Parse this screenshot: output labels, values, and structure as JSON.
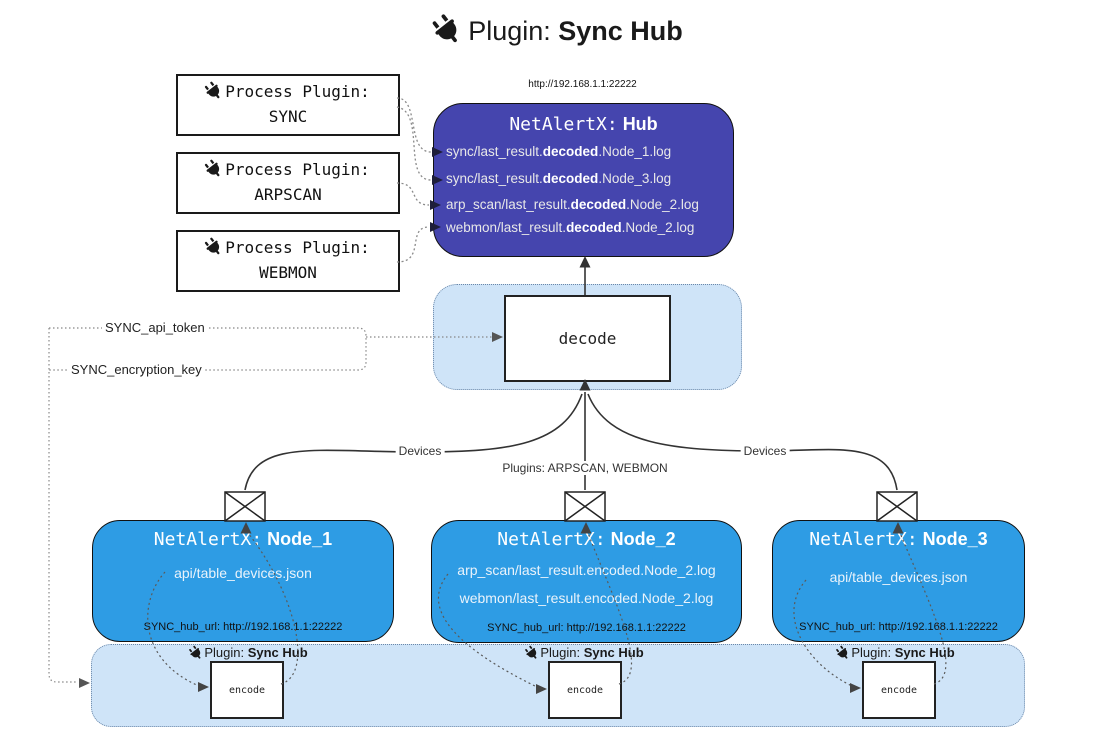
{
  "colors": {
    "hub_fill": "#4545ae",
    "node_fill": "#2e9ce4",
    "panel_fill": "#cfe4f8",
    "panel_border": "#6b87a8"
  },
  "title": {
    "prefix": "Plugin: ",
    "bold": "Sync Hub"
  },
  "process_plugins": [
    {
      "label": "Process Plugin:",
      "name": "SYNC"
    },
    {
      "label": "Process Plugin:",
      "name": "ARPSCAN"
    },
    {
      "label": "Process Plugin:",
      "name": "WEBMON"
    }
  ],
  "hub": {
    "url": "http://192.168.1.1:22222",
    "title_mono": "NetAlertX:",
    "title_bold": "Hub",
    "logs": [
      {
        "pre": "sync/last_result.",
        "bold": "decoded",
        "post": ".Node_1.log"
      },
      {
        "pre": "sync/last_result.",
        "bold": "decoded",
        "post": ".Node_3.log"
      },
      {
        "pre": "arp_scan/last_result.",
        "bold": "decoded",
        "post": ".Node_2.log"
      },
      {
        "pre": "webmon/last_result.",
        "bold": "decoded",
        "post": ".Node_2.log"
      }
    ]
  },
  "decode": {
    "label": "decode"
  },
  "keys": {
    "api_token": "SYNC_api_token",
    "encryption_key": "SYNC_encryption_key"
  },
  "edges": {
    "devices_left": "Devices",
    "plugins_mid": "Plugins: ARPSCAN, WEBMON",
    "devices_right": "Devices"
  },
  "nodes": [
    {
      "title_mono": "NetAlertX:",
      "title_bold": "Node_1",
      "lines": [
        "api/table_devices.json"
      ],
      "hub_url": "SYNC_hub_url: http://192.168.1.1:22222"
    },
    {
      "title_mono": "NetAlertX:",
      "title_bold": "Node_2",
      "lines": [
        "arp_scan/last_result.encoded.Node_2.log",
        "webmon/last_result.encoded.Node_2.log"
      ],
      "hub_url": "SYNC_hub_url: http://192.168.1.1:22222"
    },
    {
      "title_mono": "NetAlertX:",
      "title_bold": "Node_3",
      "lines": [
        "api/table_devices.json"
      ],
      "hub_url": "SYNC_hub_url: http://192.168.1.1:22222"
    }
  ],
  "encoders": [
    {
      "label_prefix": "Plugin: ",
      "label_bold": "Sync Hub",
      "box": "encode"
    },
    {
      "label_prefix": "Plugin: ",
      "label_bold": "Sync Hub",
      "box": "encode"
    },
    {
      "label_prefix": "Plugin: ",
      "label_bold": "Sync Hub",
      "box": "encode"
    }
  ]
}
